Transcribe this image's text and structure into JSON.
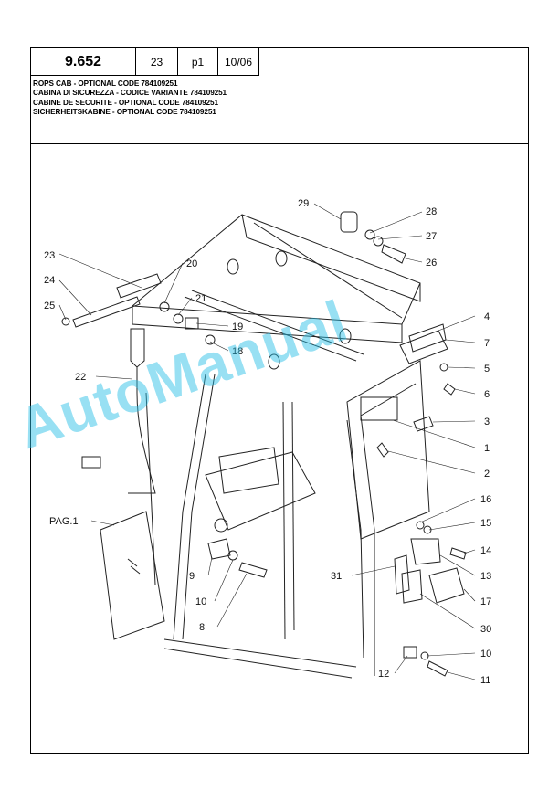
{
  "header": {
    "code": "9.652",
    "field_a": "23",
    "field_b": "p1",
    "field_c": "10/06"
  },
  "titles": [
    "ROPS CAB - OPTIONAL CODE 784109251",
    "CABINA DI SICUREZZA - CODICE VARIANTE 784109251",
    "CABINE DE SECURITE - OPTIONAL CODE 784109251",
    "SICHERHEITSKABINE - OPTIONAL CODE 784109251"
  ],
  "page_ref": "PAG.1",
  "callouts": [
    "29",
    "28",
    "27",
    "26",
    "23",
    "24",
    "25",
    "20",
    "21",
    "19",
    "18",
    "4",
    "7",
    "5",
    "6",
    "3",
    "1",
    "2",
    "22",
    "16",
    "15",
    "14",
    "13",
    "17",
    "31",
    "30",
    "10",
    "11",
    "12",
    "9",
    "8"
  ],
  "watermark": "AutoManual",
  "colors": {
    "watermark": "#28bee6",
    "line": "#222222"
  }
}
